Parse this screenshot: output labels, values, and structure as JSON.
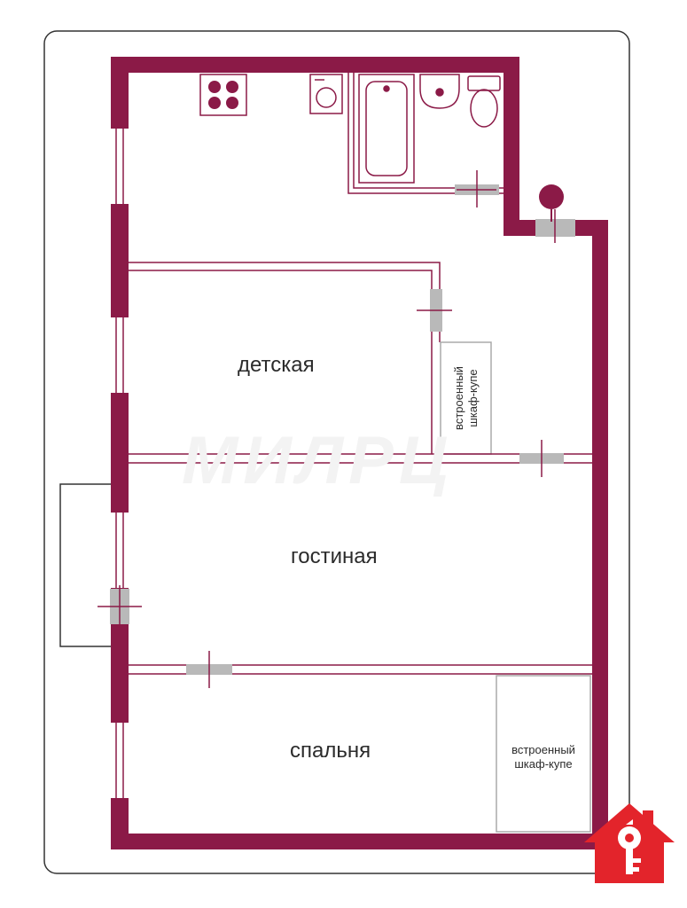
{
  "watermark": "МИЛРЦ",
  "rooms": {
    "children": "детская",
    "living": "гостиная",
    "bedroom": "спальня"
  },
  "closets": {
    "top": {
      "line1": "встроенный",
      "line2": "шкаф-купе"
    },
    "bottom": {
      "line1": "встроенный",
      "line2": "шкаф-купе"
    }
  },
  "colors": {
    "wall": "#8b1a47",
    "door": "#b9b9b9",
    "logo": "#e3242b",
    "outline": "#333333"
  },
  "icons": [
    "stove-icon",
    "washing-machine-icon",
    "bathtub-icon",
    "sink-icon",
    "toilet-icon",
    "riser-icon",
    "door-icon",
    "window-icon",
    "logo-house-key-icon"
  ]
}
